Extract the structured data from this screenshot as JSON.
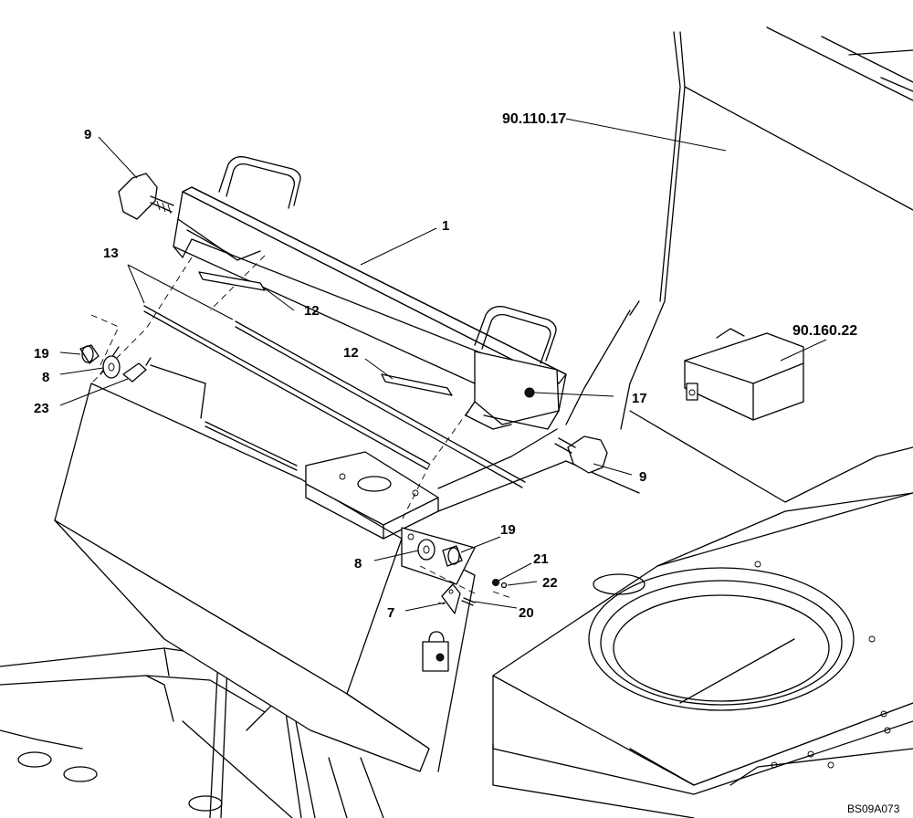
{
  "callouts": {
    "c1": "1",
    "c7": "7",
    "c8a": "8",
    "c8b": "8",
    "c9a": "9",
    "c9b": "9",
    "c12a": "12",
    "c12b": "12",
    "c13": "13",
    "c17": "17",
    "c19a": "19",
    "c19b": "19",
    "c20": "20",
    "c21": "21",
    "c22": "22",
    "c23": "23",
    "ref_cover": "90.110.17",
    "ref_box": "90.160.22"
  },
  "drawing_code": "BS09A073"
}
